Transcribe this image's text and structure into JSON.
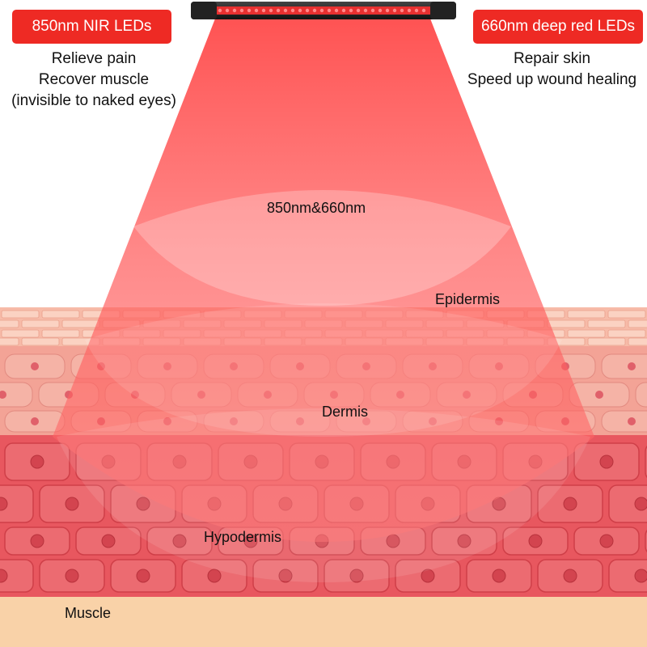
{
  "left_panel": {
    "badge": "850nm NIR LEDs",
    "lines": [
      "Relieve pain",
      "Recover muscle",
      "(invisible to naked eyes)"
    ]
  },
  "right_panel": {
    "badge": "660nm deep red LEDs",
    "lines": [
      "Repair skin",
      "Speed up wound healing"
    ]
  },
  "beam_label": "850nm&660nm",
  "layers": {
    "epidermis": "Epidermis",
    "dermis": "Dermis",
    "hypodermis": "Hypodermis",
    "muscle": "Muscle"
  },
  "colors": {
    "badge": "#ee2a24",
    "beam": "#ff3b3b",
    "epidermis": "#f7bba8",
    "dermis": "#f3a396",
    "hypodermis": "#e8575f",
    "muscle": "#f9d2a8"
  }
}
